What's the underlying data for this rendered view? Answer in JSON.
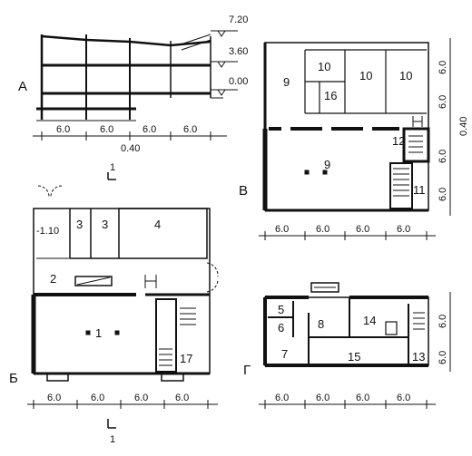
{
  "section": {
    "letter": "А",
    "levels": [
      "7.20",
      "3.60",
      "0.00"
    ],
    "dims": [
      "6.0",
      "6.0",
      "6.0",
      "6.0"
    ],
    "offset": "0.40",
    "cut_mark": "1"
  },
  "plan_b": {
    "letter": "Б",
    "level": "-1.10",
    "rooms": [
      "3",
      "3",
      "4",
      "2",
      "1",
      "17"
    ],
    "dims": [
      "6.0",
      "6.0",
      "6.0",
      "6.0"
    ],
    "cut_mark": "1"
  },
  "plan_v": {
    "letter": "В",
    "rooms": [
      "9",
      "10",
      "10",
      "10",
      "16",
      "9",
      "12",
      "11"
    ],
    "dims": [
      "6.0",
      "6.0",
      "6.0",
      "6.0"
    ],
    "side_dims": [
      "6.0",
      "6.0",
      "6.0",
      "6.0"
    ],
    "offset": "0.40"
  },
  "plan_g": {
    "letter": "Г",
    "rooms": [
      "5",
      "6",
      "8",
      "14",
      "7",
      "15",
      "13"
    ],
    "dims": [
      "6.0",
      "6.0",
      "6.0",
      "6.0"
    ],
    "side_dims": [
      "6.0",
      "6.0"
    ]
  }
}
